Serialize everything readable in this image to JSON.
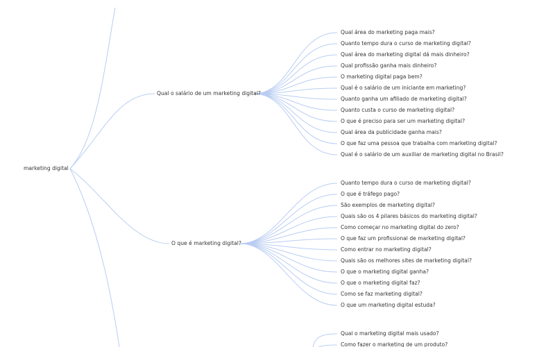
{
  "root": {
    "label": "marketing digital"
  },
  "branches": [
    {
      "label": "Qual o salário de um marketing digital?",
      "children": [
        "Qual área do marketing paga mais?",
        "Quanto tempo dura o curso de marketing digital?",
        "Qual área do marketing digital dá mais dinheiro?",
        "Qual profissão ganha mais dinheiro?",
        "O marketing digital paga bem?",
        "Qual é o salário de um iniciante em marketing?",
        "Quanto ganha um afiliado de marketing digital?",
        "Quanto custa o curso de marketing digital?",
        "O que é preciso para ser um marketing digital?",
        "Qual área da publicidade ganha mais?",
        "O que faz uma pessoa que trabalha com marketing digital?",
        "Qual é o salário de um auxiliar de marketing digital no Brasil?"
      ]
    },
    {
      "label": "O que é marketing digital?",
      "children": [
        "Quanto tempo dura o curso de marketing digital?",
        "O que é tráfego pago?",
        "São exemplos de marketing digital?",
        "Quais são os 4 pilares básicos do marketing digital?",
        "Como começar no marketing digital do zero?",
        "O que faz um profissional de marketing digital?",
        "Como entrar no marketing digital?",
        "Quais são os melhores sites de marketing digital?",
        "O que o marketing digital ganha?",
        "O que o marketing digital faz?",
        "Como se faz marketing digital?",
        "O que um marketing digital estuda?"
      ]
    },
    {
      "label": "",
      "children": [
        "Qual o marketing digital mais usado?",
        "Como fazer o marketing de um produto?"
      ]
    }
  ],
  "colors": {
    "edge": "#b9cdf3",
    "text": "#333333",
    "background": "#ffffff"
  }
}
